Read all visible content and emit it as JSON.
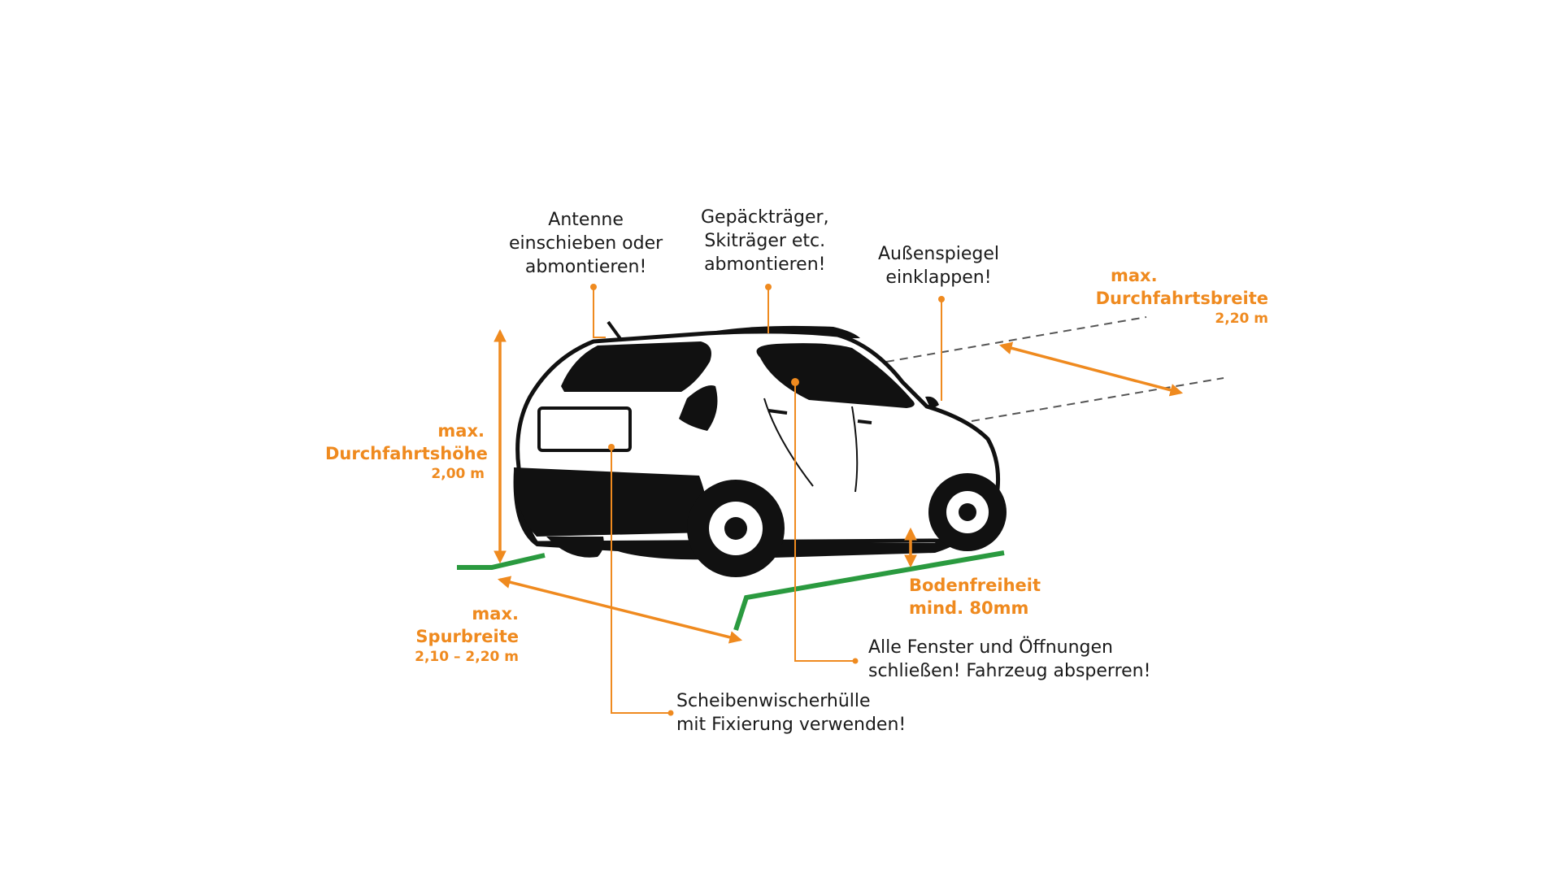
{
  "colors": {
    "accent": "#ef8a1f",
    "ground": "#2a9a3f",
    "car_body": "#111111",
    "car_paint": "#ffffff",
    "text": "#1a1a1a",
    "guide": "#555555"
  },
  "callouts": {
    "antenna": {
      "lines": [
        "Antenne",
        "einschieben oder",
        "abmontieren!"
      ]
    },
    "roof_rack": {
      "lines": [
        "Gepäckträger,",
        "Skiträger etc.",
        "abmontieren!"
      ]
    },
    "mirror": {
      "lines": [
        "Außenspiegel",
        "einklappen!"
      ]
    },
    "windows": {
      "lines": [
        "Alle Fenster und Öffnungen",
        "schließen! Fahrzeug absperren!"
      ]
    },
    "wiper": {
      "lines": [
        "Scheibenwischerhülle",
        "mit Fixierung verwenden!"
      ]
    }
  },
  "dimensions": {
    "height": {
      "prefix": "max.",
      "title": "Durchfahrtshöhe",
      "value": "2,00 m"
    },
    "width": {
      "prefix": "max.",
      "title": "Durchfahrtsbreite",
      "value": "2,20 m"
    },
    "track": {
      "prefix": "max.",
      "title": "Spurbreite",
      "value": "2,10 – 2,20 m"
    },
    "clearance": {
      "title": "Bodenfreiheit",
      "value": "mind. 80mm"
    }
  }
}
